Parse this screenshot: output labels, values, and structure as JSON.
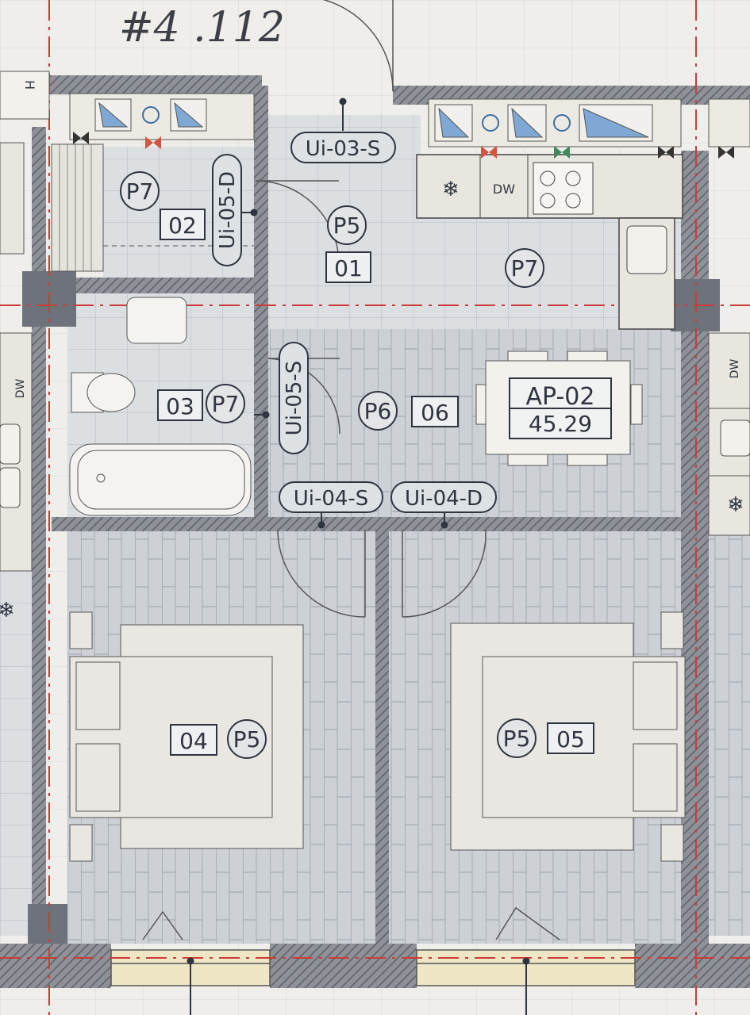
{
  "handwritten_note": "#4 .112",
  "apartment": {
    "code": "AP-02",
    "area": "45.29"
  },
  "rooms": [
    {
      "number": "01",
      "finish": "P5"
    },
    {
      "number": "02",
      "finish": "P7"
    },
    {
      "number": "03",
      "finish": "P7"
    },
    {
      "number": "04",
      "finish": "P5"
    },
    {
      "number": "05",
      "finish": "P5"
    },
    {
      "number": "06",
      "finish": "P6"
    }
  ],
  "kitchen_finish": "P7",
  "doors": [
    "Ui-03-S",
    "Ui-05-D",
    "Ui-05-S",
    "Ui-04-S",
    "Ui-04-D"
  ],
  "appliances": {
    "dishwasher": "DW",
    "dishwasher_neighbor": "DW",
    "freezer_symbol": "❄"
  },
  "edge_marks": [
    "H"
  ],
  "colors": {
    "paper": "#efeeea",
    "wall": "#7d8087",
    "floor": "#cfd3d8",
    "tile": "#d9dce0",
    "axis": "#cc3b35",
    "ink": "#2f3540",
    "sink_blue": "#7fa9d4",
    "valve_red": "#d6533d",
    "valve_green": "#3f8a5a"
  }
}
